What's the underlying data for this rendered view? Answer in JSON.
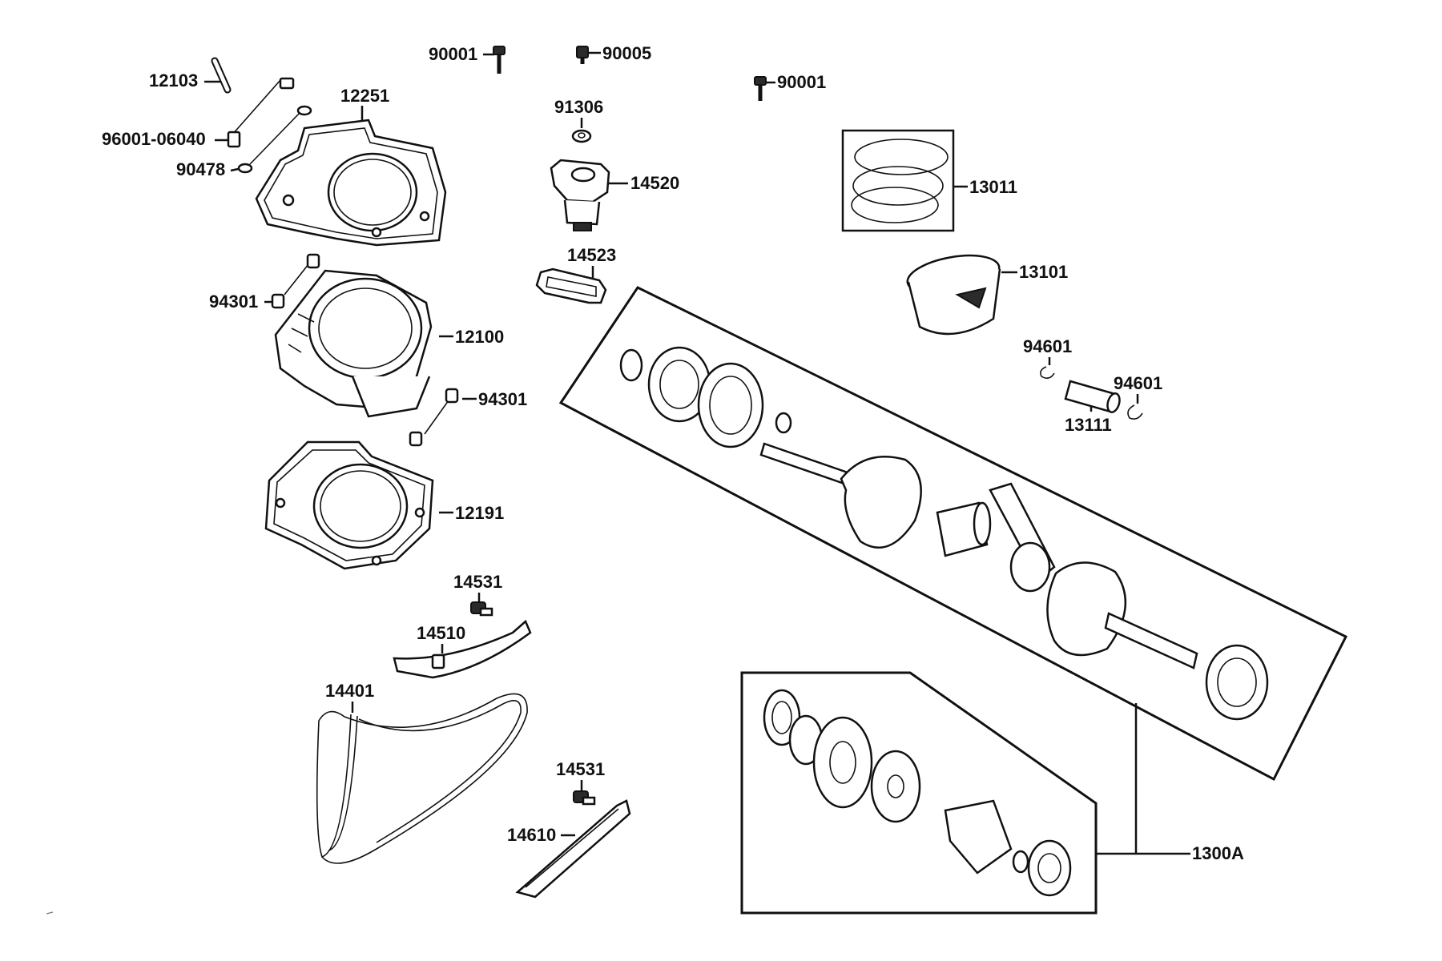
{
  "diagram": {
    "callouts": {
      "p12103": "12103",
      "p96001": "96001-06040",
      "p90478": "90478",
      "p12251": "12251",
      "p90001a": "90001",
      "p90005": "90005",
      "p90001b": "90001",
      "p91306": "91306",
      "p14520": "14520",
      "p14523": "14523",
      "p13011": "13011",
      "p13101": "13101",
      "p94301a": "94301",
      "p12100": "12100",
      "p94301b": "94301",
      "p94601a": "94601",
      "p94601b": "94601",
      "p13111": "13111",
      "p12191": "12191",
      "p14531a": "14531",
      "p14510": "14510",
      "p14401": "14401",
      "p14531b": "14531",
      "p14610": "14610",
      "p1300A": "1300A"
    }
  }
}
